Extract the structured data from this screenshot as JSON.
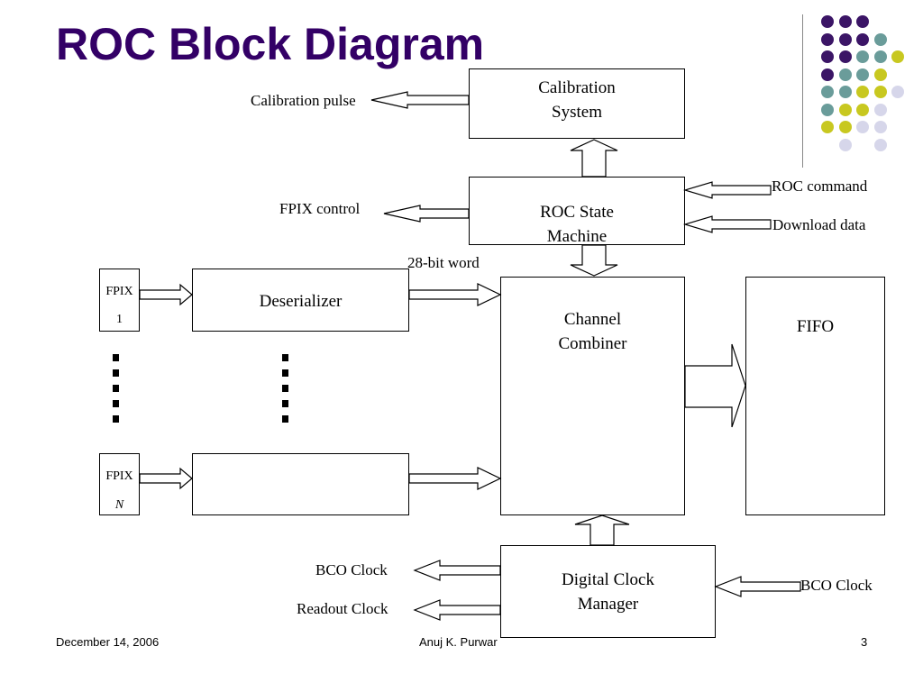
{
  "title": "ROC Block Diagram",
  "colors": {
    "title": "#330066",
    "dot_purple": "#3b1566",
    "dot_teal": "#6a9c9a",
    "dot_olive": "#c8c820",
    "dot_lavender": "#d6d6ea"
  },
  "decor_dots": [
    [
      "purple",
      "purple",
      "purple",
      null,
      null
    ],
    [
      "purple",
      "purple",
      "purple",
      "teal",
      null
    ],
    [
      "purple",
      "purple",
      "teal",
      "teal",
      "olive"
    ],
    [
      "purple",
      "teal",
      "teal",
      "olive",
      null
    ],
    [
      "teal",
      "teal",
      "olive",
      "olive",
      "lavender"
    ],
    [
      "teal",
      "olive",
      "olive",
      "lavender",
      null
    ],
    [
      "olive",
      "olive",
      "lavender",
      "lavender",
      null
    ],
    [
      null,
      "lavender",
      null,
      "lavender",
      null
    ]
  ],
  "blocks": {
    "calibration": "Calibration System",
    "roc_state_machine": "ROC State Machine",
    "deserializer": "Deserializer",
    "channel_combiner": "Channel Combiner",
    "fifo": "FIFO",
    "digital_clock_manager": "Digital Clock Manager"
  },
  "fpix_first": {
    "label": "FPIX",
    "index": "1"
  },
  "fpix_last": {
    "label": "FPIX",
    "index": "N"
  },
  "signals": {
    "calibration_pulse": "Calibration pulse",
    "fpix_control": "FPIX control",
    "roc_command": "ROC command",
    "download_data": "Download data",
    "word_width": "28-bit word",
    "bco_clock_out": "BCO Clock",
    "readout_clock": "Readout Clock",
    "bco_clock_in": "BCO Clock"
  },
  "footer": {
    "date": "December 14, 2006",
    "author": "Anuj K. Purwar",
    "page": "3"
  }
}
